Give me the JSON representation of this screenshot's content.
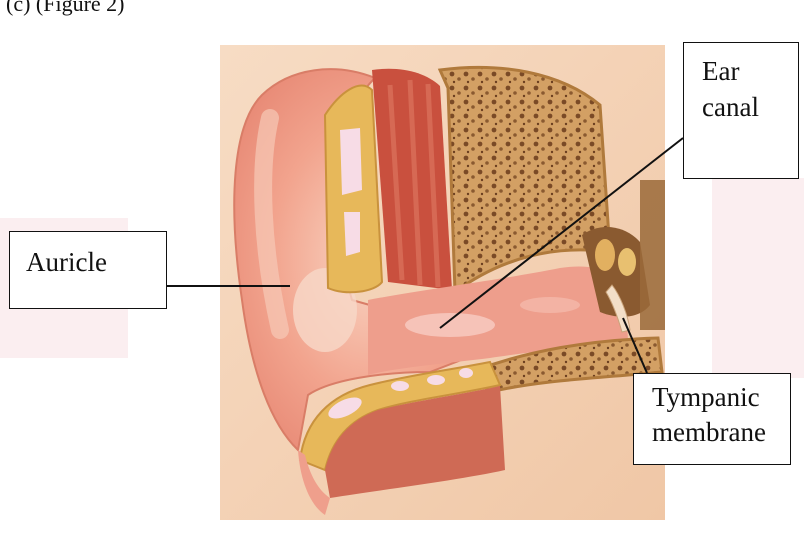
{
  "caption": "(c) (Figure 2)",
  "labels": {
    "auricle": "Auricle",
    "ear_canal_line1": "Ear",
    "ear_canal_line2": "canal",
    "tympanic_line1": "Tympanic",
    "tympanic_line2": "membrane"
  },
  "colors": {
    "skin": "#f4d0b2",
    "ear_canal_pink": "#ee9e8c",
    "cartilage": "#e7b85a",
    "muscle": "#c9503e",
    "bone": "#c48a4a"
  }
}
